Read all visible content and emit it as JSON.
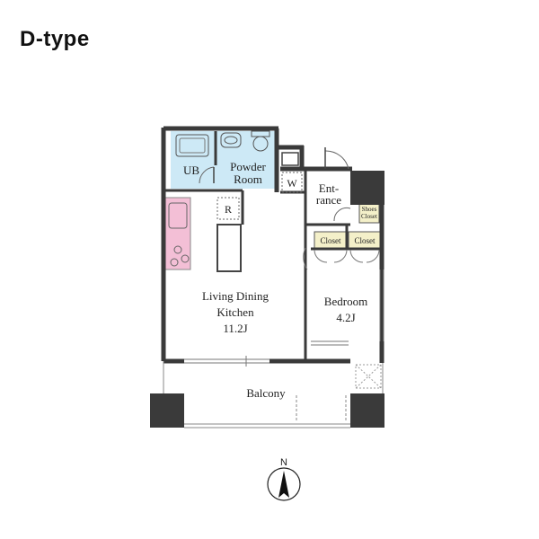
{
  "header": {
    "title": "D-type"
  },
  "rooms": {
    "ub": "UB",
    "powder_line1": "Powder",
    "powder_line2": "Room",
    "w": "W",
    "r": "R",
    "entrance_line1": "Ent-",
    "entrance_line2": "rance",
    "shoes_line1": "Shoes",
    "shoes_line2": "Closet",
    "closet_left": "Closet",
    "closet_right": "Closet",
    "ldk_line1": "Living Dining",
    "ldk_line2": "Kitchen",
    "ldk_size": "11.2J",
    "bedroom": "Bedroom",
    "bedroom_size": "4.2J",
    "balcony": "Balcony"
  },
  "compass": {
    "north": "N"
  },
  "colors": {
    "bath_fill": "#cde9f6",
    "kitchen_fill": "#f3bfd6",
    "closet_fill": "#f4f0c9",
    "wall": "#3a3a3a",
    "pillar": "#3a3a3a"
  }
}
